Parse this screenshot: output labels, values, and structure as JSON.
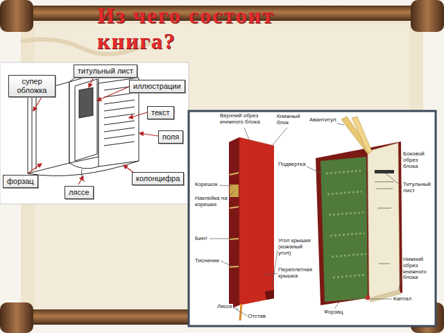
{
  "diagram": {
    "title": "Из чего состоит книга?",
    "nodes": [
      {
        "text": [
          "супер обложка"
        ]
      },
      {
        "text": [
          "титульный лист"
        ]
      },
      {
        "text": [
          "иллюстрации"
        ]
      },
      {
        "text": [
          "текст"
        ]
      },
      {
        "text": [
          "поля"
        ]
      },
      {
        "text": [
          "колонцифра"
        ]
      },
      {
        "text": [
          "форзац"
        ]
      },
      {
        "text": [
          "ляссе"
        ]
      }
    ],
    "labels": [
      "Верхний обрез книжного блока",
      "Книжный блок",
      "Авантитул",
      "Боковой обрез блока",
      "Подвертка",
      "Корешок",
      "Титульный лист",
      "Наклейка на корешке",
      "Бинт",
      "Угол крышки (кожаный угол)",
      "Тиснение",
      "Переплетная крышка",
      "Нижний обрез книжного блока",
      "Каптал",
      "Ляссе",
      "Форзац",
      "Отстав"
    ]
  }
}
